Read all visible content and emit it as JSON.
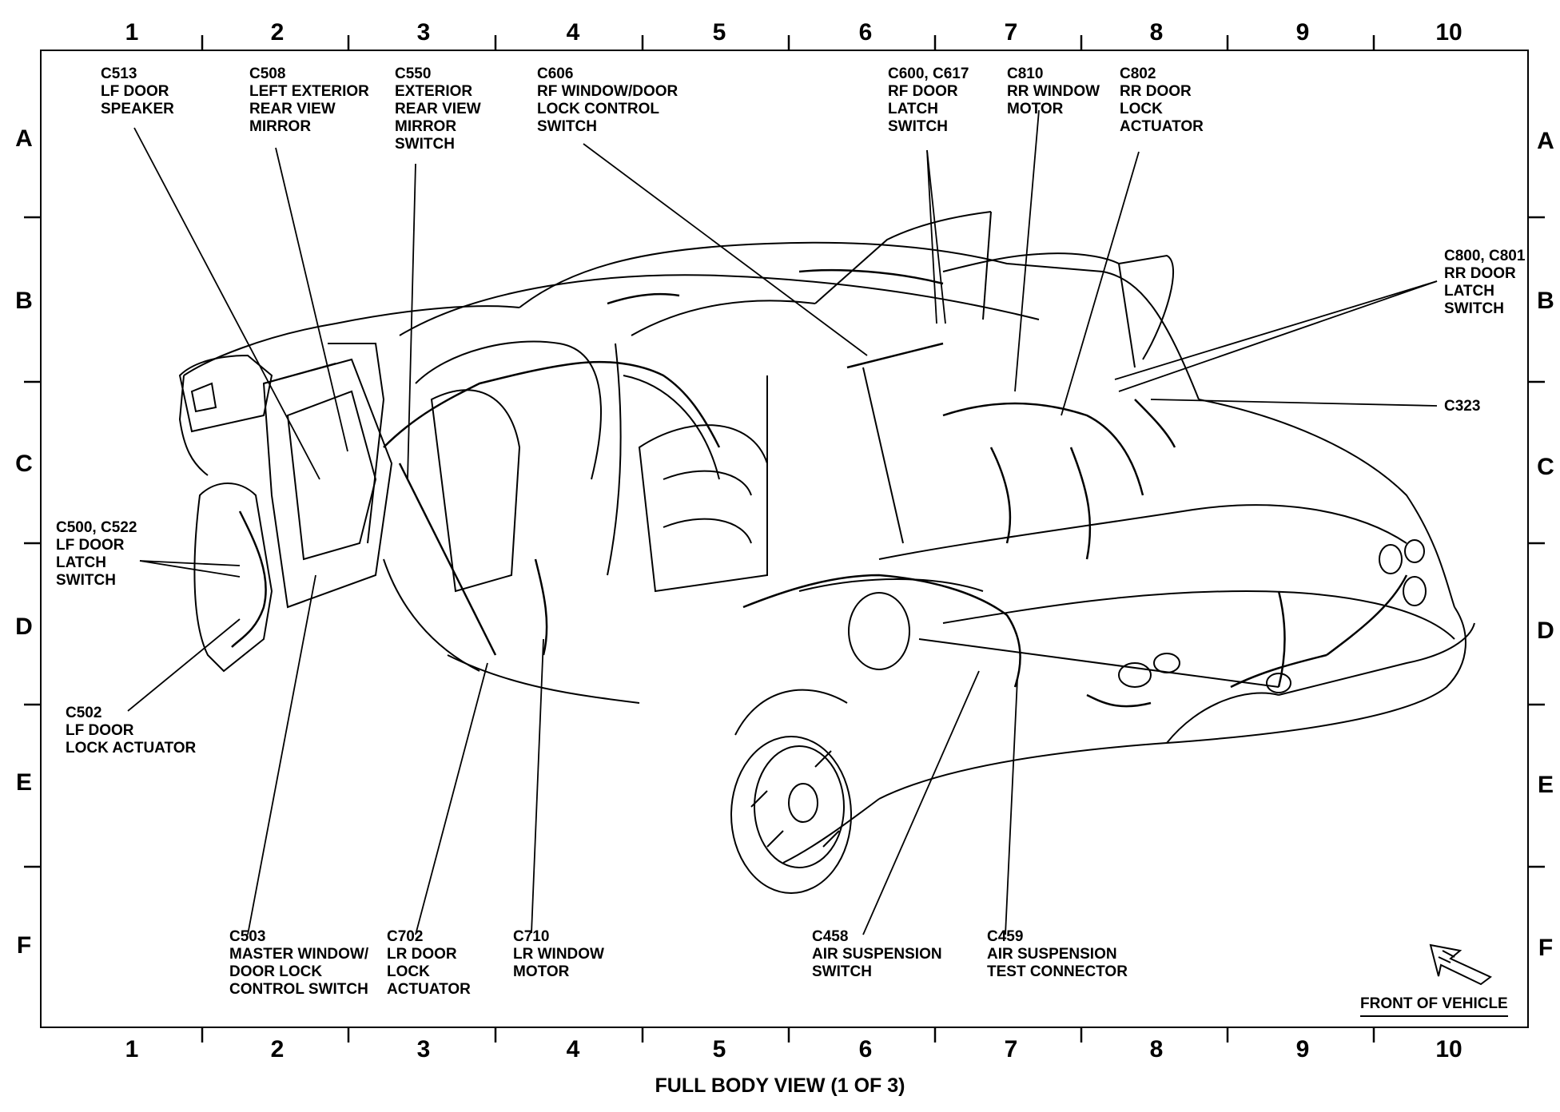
{
  "grid": {
    "columns": [
      "1",
      "2",
      "3",
      "4",
      "5",
      "6",
      "7",
      "8",
      "9",
      "10"
    ],
    "rows": [
      "A",
      "B",
      "C",
      "D",
      "E",
      "F"
    ]
  },
  "labels": [
    {
      "id": "c513",
      "text": "C513\nLF DOOR\nSPEAKER"
    },
    {
      "id": "c508",
      "text": "C508\nLEFT EXTERIOR\nREAR VIEW\nMIRROR"
    },
    {
      "id": "c550",
      "text": "C550\nEXTERIOR\nREAR VIEW\nMIRROR\nSWITCH"
    },
    {
      "id": "c606",
      "text": "C606\nRF WINDOW/DOOR\nLOCK CONTROL\nSWITCH"
    },
    {
      "id": "c600",
      "text": "C600, C617\nRF DOOR\nLATCH\nSWITCH"
    },
    {
      "id": "c810",
      "text": "C810\nRR WINDOW\nMOTOR"
    },
    {
      "id": "c802",
      "text": "C802\nRR DOOR\nLOCK\nACTUATOR"
    },
    {
      "id": "c800",
      "text": "C800, C801\nRR DOOR\nLATCH\nSWITCH"
    },
    {
      "id": "c323",
      "text": "C323"
    },
    {
      "id": "c500",
      "text": "C500, C522\nLF DOOR\nLATCH\nSWITCH"
    },
    {
      "id": "c502",
      "text": "C502\nLF DOOR\nLOCK ACTUATOR"
    },
    {
      "id": "c503",
      "text": "C503\nMASTER WINDOW/\nDOOR LOCK\nCONTROL SWITCH"
    },
    {
      "id": "c702",
      "text": "C702\nLR DOOR\nLOCK\nACTUATOR"
    },
    {
      "id": "c710",
      "text": "C710\nLR WINDOW\nMOTOR"
    },
    {
      "id": "c458",
      "text": "C458\nAIR SUSPENSION\nSWITCH"
    },
    {
      "id": "c459",
      "text": "C459\nAIR SUSPENSION\nTEST CONNECTOR"
    }
  ],
  "front_of_vehicle": "FRONT OF VEHICLE",
  "caption": "FULL BODY VIEW (1 OF 3)"
}
